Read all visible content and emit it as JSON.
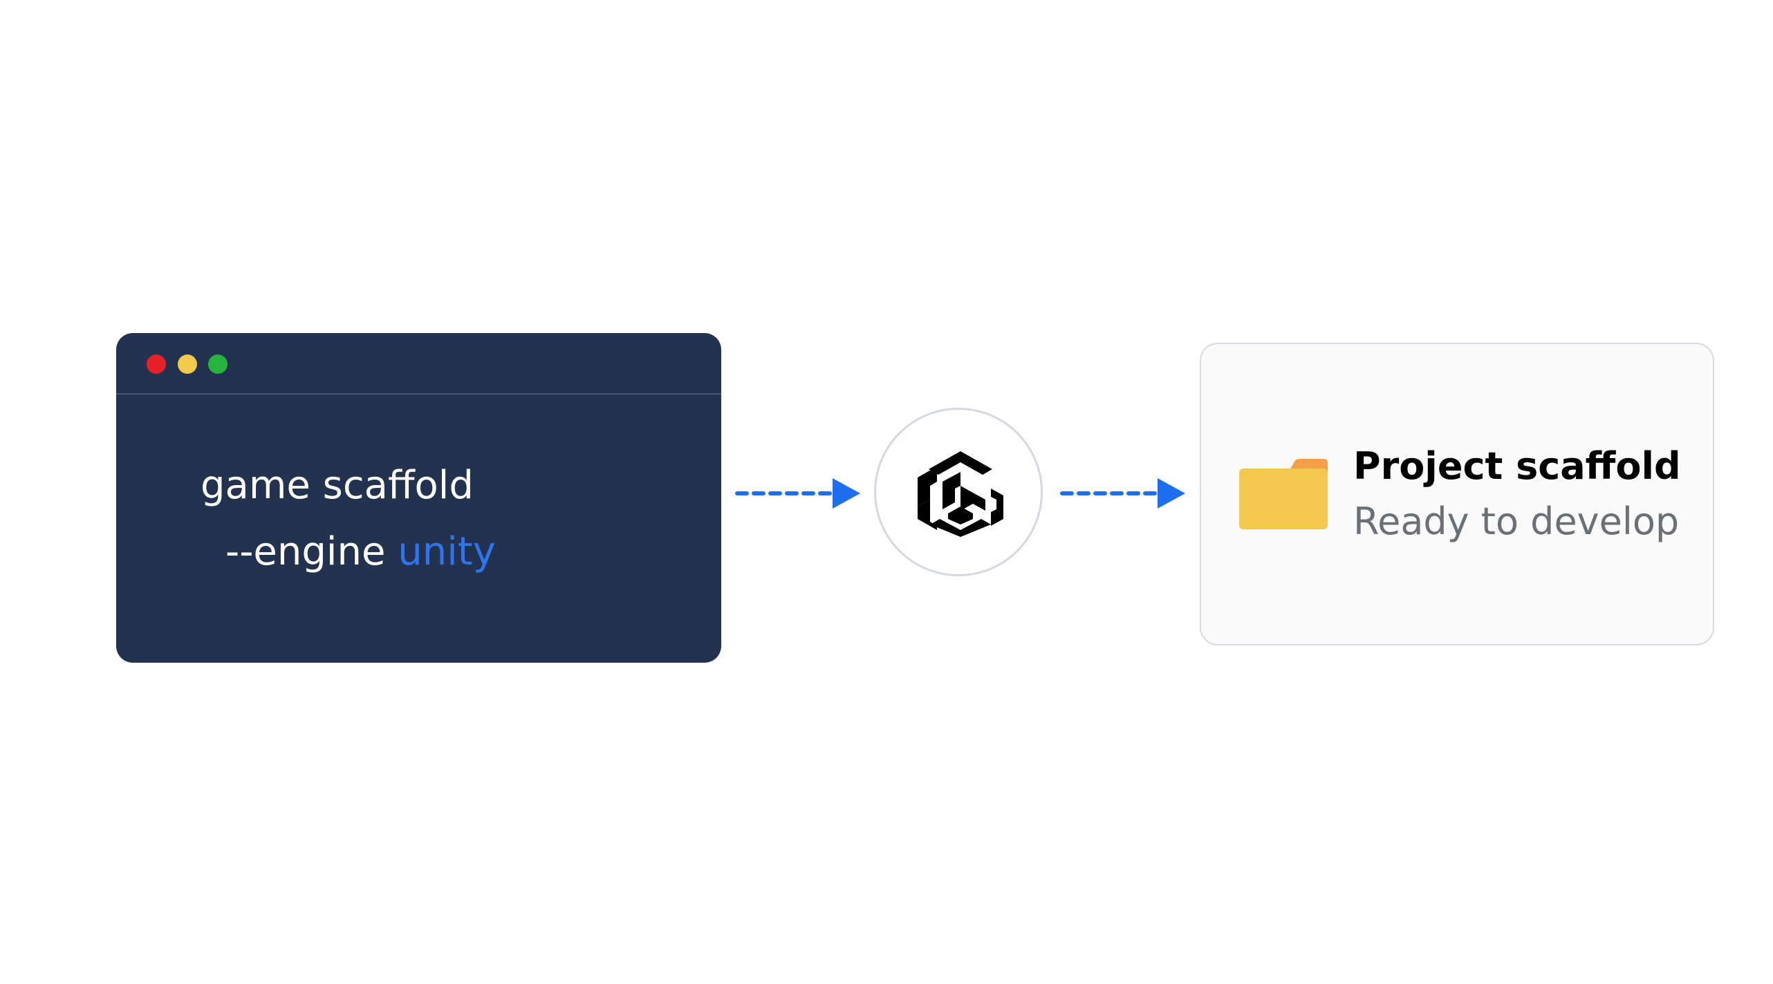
{
  "terminal": {
    "prompt": ">",
    "line1": "game scaffold",
    "line2_prefix": "--engine ",
    "line2_highlight": "unity",
    "colors": {
      "background": "#22324f",
      "dot_red": "#e8202a",
      "dot_yellow": "#f2c94c",
      "dot_green": "#27b43c",
      "highlight": "#2e74ee"
    }
  },
  "arrows": {
    "color": "#1e6ff0",
    "style": "dashed"
  },
  "logo": {
    "icon": "engine-logo-icon",
    "color": "#000000"
  },
  "result": {
    "title": "Project scaffold",
    "subtitle": "Ready to develop",
    "icon": "folder-icon",
    "folder_color": "#f2c94c",
    "folder_tab_color": "#f4a04b"
  }
}
